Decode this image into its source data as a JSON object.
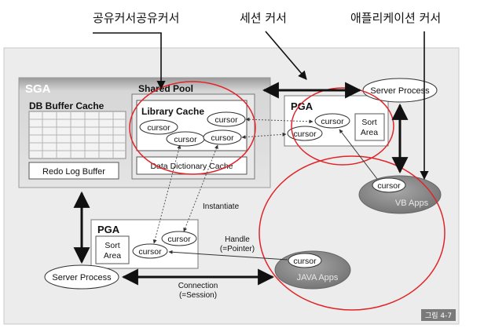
{
  "captions": {
    "shared_cursor": "공유커서공유커서",
    "session_cursor": "세션 커서",
    "application_cursor": "애플리케이션 커서"
  },
  "sga": {
    "title": "SGA",
    "db_buffer_cache": "DB Buffer Cache",
    "redo_log_buffer": "Redo Log Buffer"
  },
  "shared_pool": {
    "title": "Shared Pool",
    "library_cache": "Library Cache",
    "data_dictionary_cache": "Data Dictionary Cache"
  },
  "cursor_label": "cursor",
  "pga_top": {
    "title": "PGA",
    "sort_area_line1": "Sort",
    "sort_area_line2": "Area"
  },
  "pga_bottom": {
    "title": "PGA",
    "sort_area_line1": "Sort",
    "sort_area_line2": "Area"
  },
  "server_process_top": "Server Process",
  "server_process_bottom": "Server Process",
  "vb_apps": "VB Apps",
  "java_apps": "JAVA Apps",
  "labels": {
    "instantiate": "Instantiate",
    "handle_line1": "Handle",
    "handle_line2": "(=Pointer)",
    "connection_line1": "Connection",
    "connection_line2": "(=Session)"
  },
  "figure_number": "그림 4-7",
  "colors": {
    "panel_bg": "#ececec",
    "sga_shadow": "#b8b8b8",
    "highlight_ellipse": "#e0242a",
    "apps_fill": "#8c8c8c",
    "figure_tag_bg": "#7a7a7a"
  }
}
